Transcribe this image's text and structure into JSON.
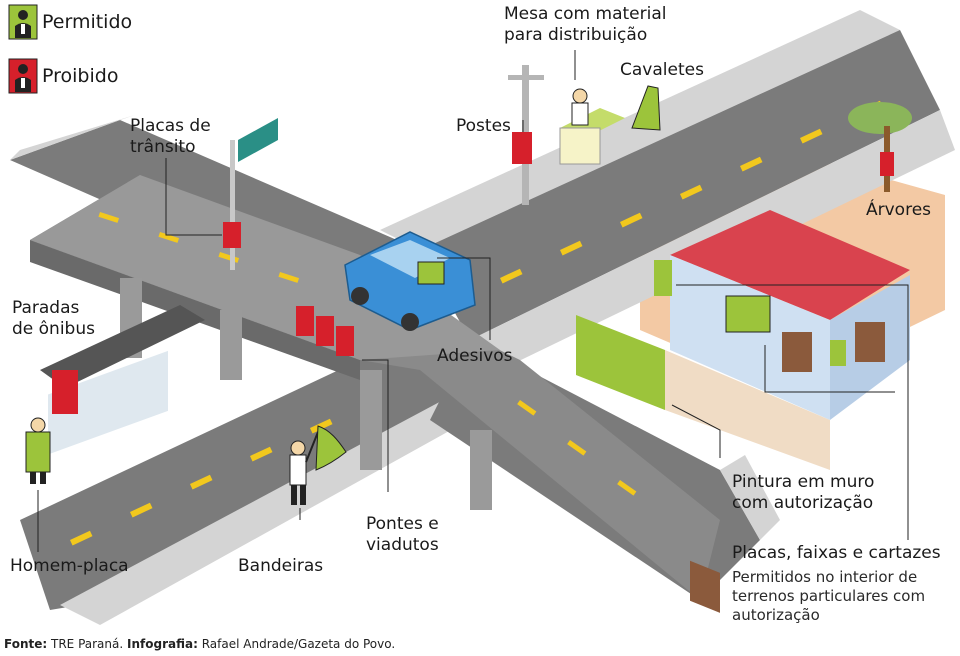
{
  "legend": {
    "permitted": "Permitido",
    "forbidden": "Proibido"
  },
  "labels": {
    "traffic_signs": [
      "Placas de",
      "trânsito"
    ],
    "bus_stops": [
      "Paradas",
      "de ônibus"
    ],
    "sandwich_man": "Homem-placa",
    "flags": "Bandeiras",
    "bridges": [
      "Pontes e",
      "viadutos"
    ],
    "stickers": "Adesivos",
    "poles": "Postes",
    "table": [
      "Mesa com material",
      "para distribuição"
    ],
    "easels": "Cavaletes",
    "trees": "Árvores",
    "wall_painting": [
      "Pintura em muro",
      "com autorização"
    ],
    "signs_banners_title": "Placas, faixas e cartazes",
    "signs_banners_note": [
      "Permitidos no interior de",
      "terrenos particulares com",
      "autorização"
    ]
  },
  "footer": {
    "source_label": "Fonte:",
    "source_value": "TRE Paraná.",
    "credit_label": "Infografia:",
    "credit_value": "Rafael Andrade/Gazeta do Povo."
  },
  "colors": {
    "permitted": "#9cc43b",
    "forbidden": "#d6202b",
    "road": "#7a7a7a",
    "sidewalk": "#cfcfcf",
    "lane_marking": "#f2c81d",
    "roof": "#d9434e",
    "house_wall": "#cfe0f2",
    "car": "#3a8fd6",
    "lawn": "#f3c9a4"
  }
}
